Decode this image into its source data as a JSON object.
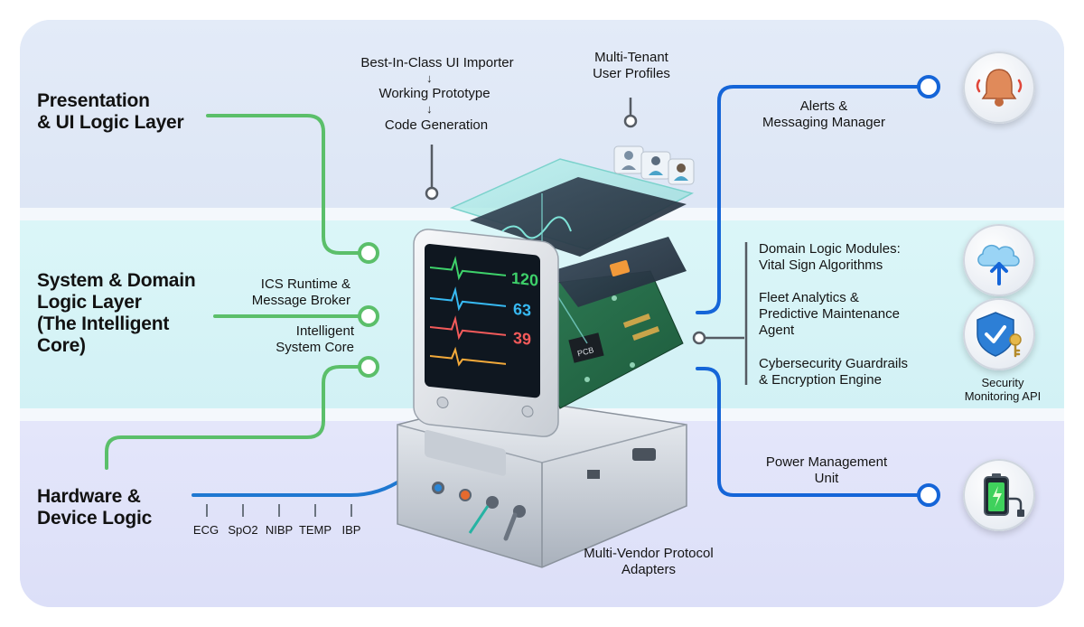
{
  "layers": {
    "presentation": "Presentation\n& UI Logic Layer",
    "system": "System & Domain\nLogic Layer\n(The Intelligent\nCore)",
    "hardware": "Hardware &\nDevice Logic"
  },
  "top_labels": {
    "importer": "Best-In-Class UI Importer",
    "prototype": "Working Prototype",
    "codegen": "Code Generation",
    "arrow": "↓",
    "tenant": "Multi-Tenant\nUser Profiles"
  },
  "left_labels": {
    "runtime": "ICS Runtime &\nMessage Broker",
    "core": "Intelligent\nSystem Core"
  },
  "sensors": [
    "ECG",
    "SpO2",
    "NIBP",
    "TEMP",
    "IBP"
  ],
  "right_labels": {
    "alerts": "Alerts &\nMessaging Manager",
    "domain": "Domain Logic Modules:\nVital Sign Algorithms",
    "fleet": "Fleet Analytics &\nPredictive Maintenance\nAgent",
    "cyber": "Cybersecurity Guardrails\n& Encryption Engine",
    "security_api": "Security\nMonitoring API",
    "power": "Power Management\nUnit"
  },
  "bottom_labels": {
    "adapters": "Multi-Vendor Protocol\nAdapters"
  },
  "monitor_readouts": {
    "hr": "120",
    "spo2": "63",
    "resp": "39",
    "chip": "PCB"
  },
  "colors": {
    "green_line": "#5bbf6a",
    "blue_line": "#1565d8",
    "gray_line": "#555b63",
    "hr_color": "#3ed16a",
    "spo2_color": "#37b9f2",
    "resp_color": "#f25a5a"
  }
}
